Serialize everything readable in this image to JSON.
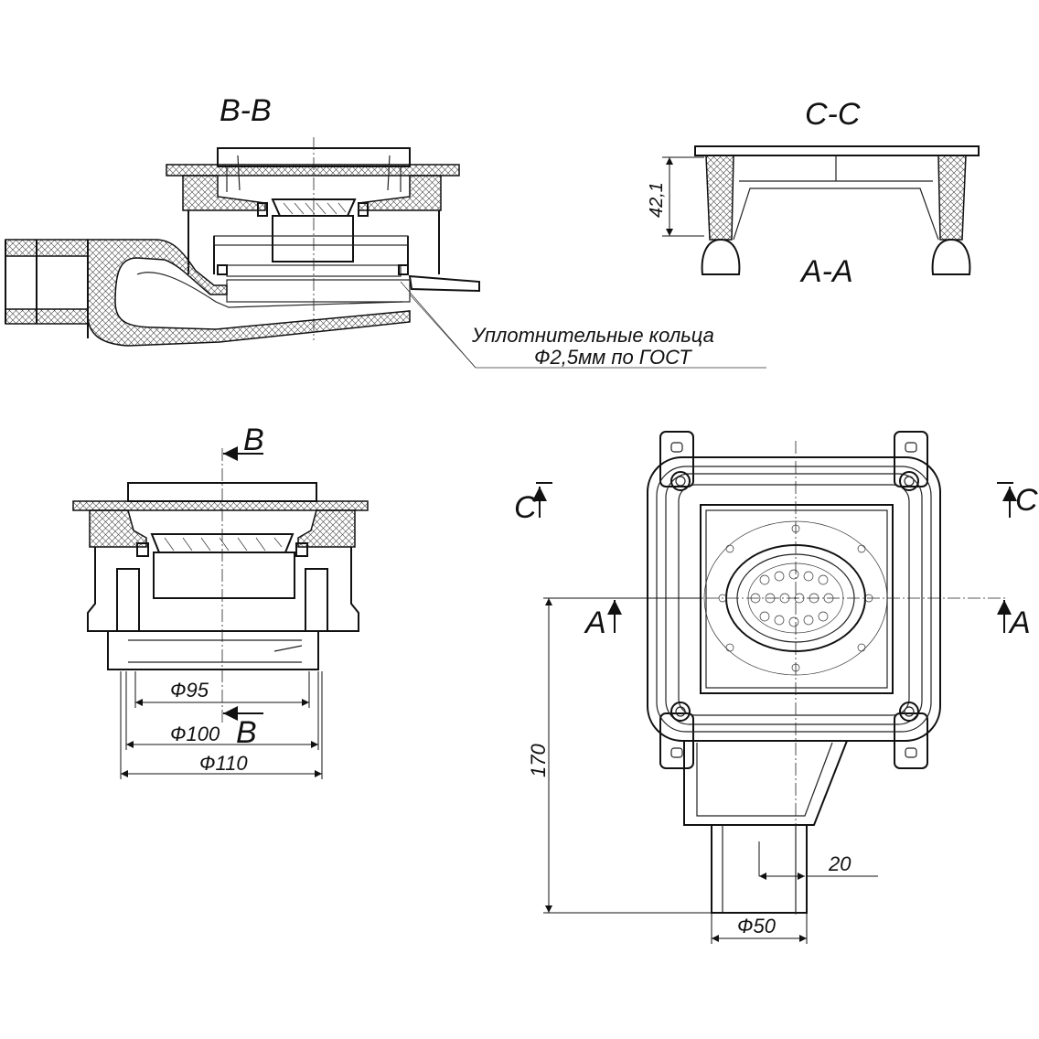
{
  "sections": {
    "bb_title": "B-B",
    "cc_title": "C-C",
    "aa_title": "A-A"
  },
  "cut_markers": {
    "b_top": "B",
    "b_bottom": "B",
    "c_left": "C",
    "c_right": "C",
    "a_left": "A",
    "a_right": "A"
  },
  "note": {
    "line1": "Уплотнительные кольца",
    "line2": "Ф2,5мм по ГОСТ"
  },
  "dimensions": {
    "height_cc": "42,1",
    "d95": "Ф95",
    "d100": "Ф100",
    "d110": "Ф110",
    "h170": "170",
    "w20": "20",
    "d50": "Ф50"
  }
}
